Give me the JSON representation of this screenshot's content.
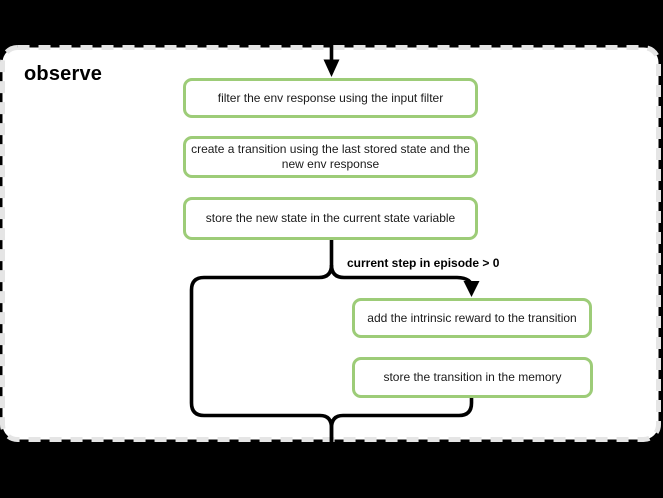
{
  "diagram": {
    "title": "observe",
    "branch_condition": "current step in episode > 0",
    "nodes": [
      {
        "label": "filter the env response using the input filter"
      },
      {
        "label": "create a transition using the last stored state and the\nnew env response"
      },
      {
        "label": "store the new state in the current state variable"
      },
      {
        "label": "add the intrinsic reward to the transition"
      },
      {
        "label": "store the transition in the memory"
      }
    ],
    "colors": {
      "page_background": "#000000",
      "container_fill": "#ffffff",
      "container_dashed_border": "#e5e5e5",
      "node_border_green": "#9dcc78",
      "connector_black": "#000000",
      "text": "#1a1a1a"
    }
  }
}
